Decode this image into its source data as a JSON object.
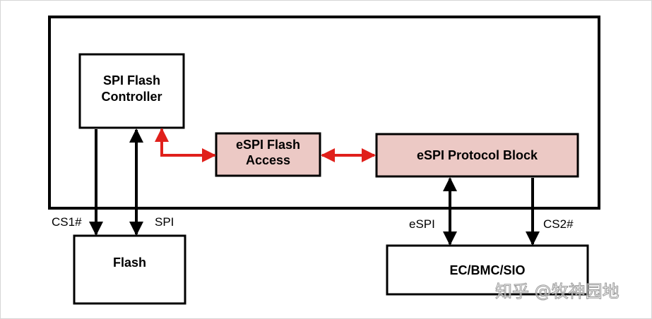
{
  "colors": {
    "box_fill": "#ffffff",
    "highlight_fill": "#ecc9c5",
    "outline": "#000000",
    "red_arrow": "#e0201b",
    "black_arrow": "#000000"
  },
  "boxes": {
    "spi_flash_controller": {
      "line1": "SPI Flash",
      "line2": "Controller"
    },
    "espi_flash_access": {
      "line1": "eSPI Flash",
      "line2": "Access"
    },
    "espi_protocol_block": {
      "label": "eSPI Protocol Block"
    },
    "flash": {
      "label": "Flash"
    },
    "ec_bmc_sio": {
      "label": "EC/BMC/SIO"
    }
  },
  "signals": {
    "cs1": "CS1#",
    "spi": "SPI",
    "espi": "eSPI",
    "cs2": "CS2#"
  },
  "watermark": "知乎 @牧神园地"
}
